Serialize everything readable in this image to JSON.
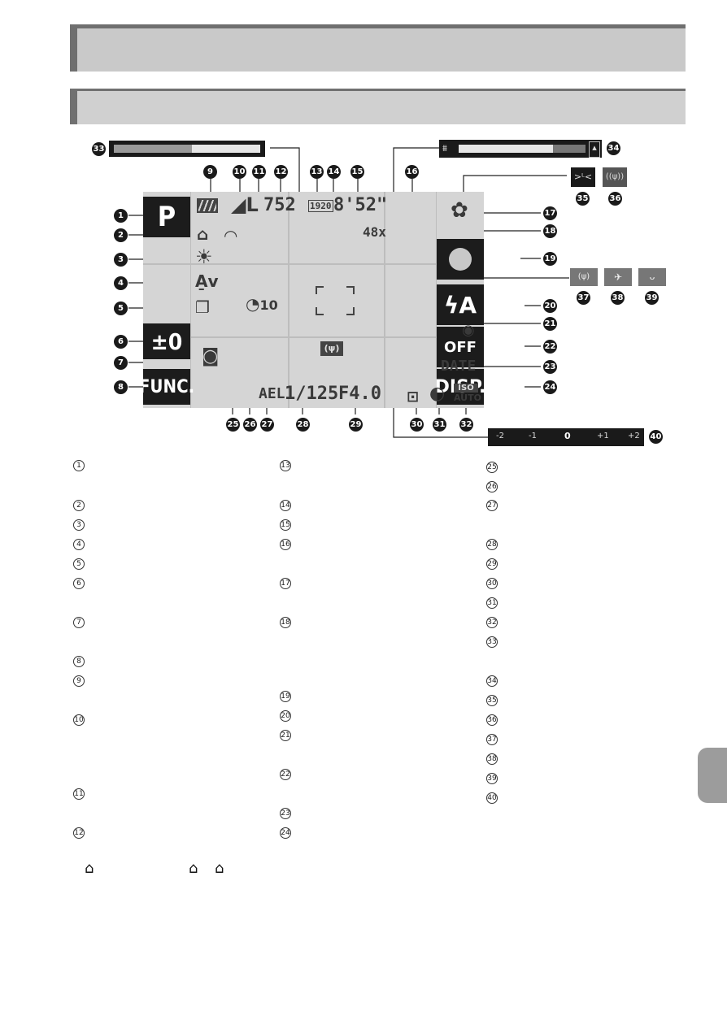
{
  "screen": {
    "mode": "P",
    "exposure_comp": "±0",
    "func_label": "FUNC.",
    "disp_label": "DISP.",
    "shots_remaining": "752",
    "movie_quality": "1920",
    "movie_time": "8'52\"",
    "zoom": "48x",
    "ael": "AEL",
    "shutter": "1/125",
    "aperture": "F4.0",
    "date_stamp": "DATE",
    "timer": "10",
    "flash": "ϟA",
    "iso": "ISO",
    "iso_auto": "AUTO",
    "off_label": "OFF"
  },
  "ev_scale": [
    "-2",
    "-1",
    "0",
    "+1",
    "+2"
  ],
  "callouts": [
    "1",
    "2",
    "3",
    "4",
    "5",
    "6",
    "7",
    "8",
    "9",
    "10",
    "11",
    "12",
    "13",
    "14",
    "15",
    "16",
    "17",
    "18",
    "19",
    "20",
    "21",
    "22",
    "23",
    "24",
    "25",
    "26",
    "27",
    "28",
    "29",
    "30",
    "31",
    "32",
    "33",
    "34",
    "35",
    "36",
    "37",
    "38",
    "39",
    "40"
  ],
  "legend": {
    "col1": [
      "1",
      "2",
      "3",
      "4",
      "5",
      "6",
      "7",
      "8",
      "9",
      "10",
      "11",
      "12"
    ],
    "col2": [
      "13",
      "14",
      "15",
      "16",
      "17",
      "18",
      "19",
      "20",
      "21",
      "22",
      "23",
      "24"
    ],
    "col3": [
      "25",
      "26",
      "27",
      "28",
      "29",
      "30",
      "31",
      "32",
      "33",
      "34",
      "35",
      "36",
      "37",
      "38",
      "39",
      "40"
    ]
  },
  "icons": {
    "status_bar": [
      "gps-camera-icon",
      "gps-camera-icon",
      "gps-camera-icon"
    ]
  }
}
